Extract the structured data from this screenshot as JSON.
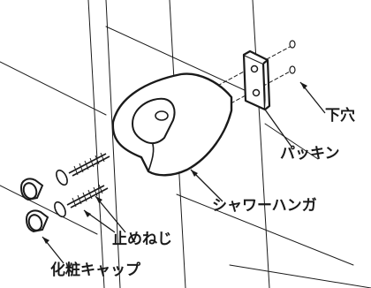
{
  "labels": {
    "hole": "下穴",
    "packing": "パッキン",
    "shower_hanger": "シャワーハンガ",
    "screw": "止めねじ",
    "cap": "化粧キャップ"
  },
  "colors": {
    "line": "#1a1a1a",
    "background": "#ffffff",
    "part_fill": "#ffffff"
  }
}
